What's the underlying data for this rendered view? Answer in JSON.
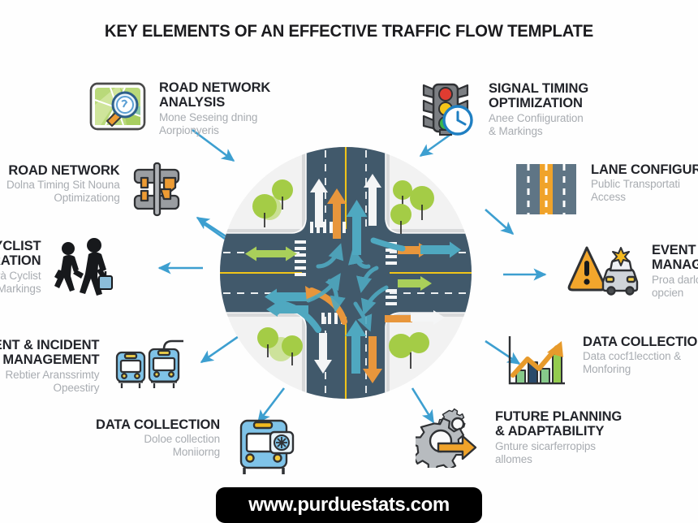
{
  "title": "KEY ELEMENTS OF AN EFFECTIVE TRAFFIC FLOW TEMPLATE",
  "watermark": "www.purduestats.com",
  "palette": {
    "road": "#41596b",
    "road_dark": "#3a4f60",
    "circle_bg": "#f2f2f2",
    "sidewalk": "#d8d9da",
    "center_line": "#f0c419",
    "lane_dash": "#ffffff",
    "arrow_blue": "#4fa8c0",
    "arrow_blue_dark": "#3d9fd0",
    "arrow_orange": "#e8963c",
    "arrow_green": "#a9cf5a",
    "arrow_white": "#f4f5f6",
    "tree_green": "#a4cc46",
    "tree_green_light": "#c3dd84",
    "connector": "#3d9fd0",
    "heading": "#22242a",
    "subtitle": "#a8acb1",
    "watermark_bg": "#000000",
    "watermark_fg": "#ffffff"
  },
  "items": [
    {
      "id": "road-analysis",
      "icon": "map-magnifier-icon",
      "heading_l1": "ROAD NETWORK",
      "heading_l2": "ANALYSIS",
      "sub_l1": "Mone Seseing dning",
      "sub_l2": "Aorpionyeris",
      "align": "left"
    },
    {
      "id": "signal-timing",
      "icon": "traffic-light-clock-icon",
      "heading_l1": "SIGNAL TIMING",
      "heading_l2": "OPTIMIZATION",
      "sub_l1": "Anee Confiiguration",
      "sub_l2": "& Markings",
      "align": "left"
    },
    {
      "id": "road-network",
      "icon": "interchange-overpass-icon",
      "heading_l1": "ROAD NETWORK",
      "heading_l2": "",
      "sub_l1": "Dolna Timing Sit Nouna",
      "sub_l2": "Optimizationg",
      "align": "right"
    },
    {
      "id": "lane-configuration",
      "icon": "lane-road-icon",
      "heading_l1": "LANE CONFIGUR",
      "heading_l2": "",
      "sub_l1": "Public Transportati",
      "sub_l2": "Access",
      "align": "left"
    },
    {
      "id": "pedestrian-cyclist",
      "icon": "pedestrians-icon",
      "heading_l1": "N & CYCLIST",
      "heading_l2": "RATION",
      "sub_l1": "erà Cyclist",
      "sub_l2": "Markings",
      "align": "right"
    },
    {
      "id": "event-management",
      "icon": "warning-police-car-icon",
      "heading_l1": "EVENT & I",
      "heading_l2": "MANAGEM",
      "sub_l1": "Proa darlo",
      "sub_l2": "opcien",
      "align": "left"
    },
    {
      "id": "event-incident",
      "icon": "tram-icon",
      "heading_l1": "EVENT & INCIDENT",
      "heading_l2": "MANAGEMENT",
      "sub_l1": "Rebtier Aranssrimty",
      "sub_l2": "Opeestiry",
      "align": "right"
    },
    {
      "id": "data-collection-right",
      "icon": "bar-chart-arrow-icon",
      "heading_l1": "DATA COLLECTION",
      "heading_l2": "",
      "sub_l1": "Data cocf1lecction &",
      "sub_l2": "Monforing",
      "align": "left"
    },
    {
      "id": "data-collection-bottom",
      "icon": "bus-icon",
      "heading_l1": "DATA COLLECTION",
      "heading_l2": "",
      "sub_l1": "Doloe collection",
      "sub_l2": "Moniiorng",
      "align": "right"
    },
    {
      "id": "future-planning",
      "icon": "gears-arrow-icon",
      "heading_l1": "FUTURE PLANNING",
      "heading_l2": "& ADAPTABILITY",
      "sub_l1": "Gnture sicarferropips",
      "sub_l2": "allomes",
      "align": "left"
    }
  ],
  "hub": {
    "name": "four-way-intersection-illustration",
    "description": "Circular traffic intersection diagram with flow arrows",
    "arrow_colors": [
      "#4fa8c0",
      "#e8963c",
      "#a9cf5a",
      "#f4f5f6"
    ],
    "tree_count": 8,
    "crosswalk_count": 4
  },
  "connectors": {
    "name": "connector-arrows",
    "count": 10,
    "color": "#3d9fd0"
  }
}
